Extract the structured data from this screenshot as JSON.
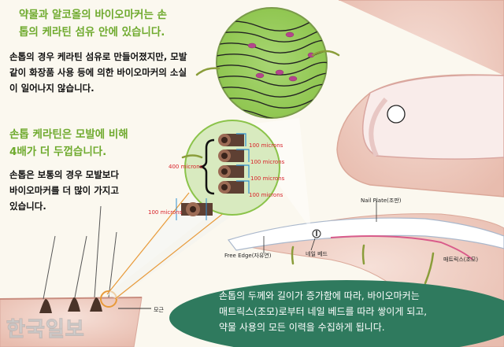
{
  "heading_1": [
    "약물과 알코올의 바이오마커는 손",
    "톱의 케라틴 섬유 안에 있습니다."
  ],
  "paragraph_1": [
    "손톱의 경우 케라틴 섬유로 만들어졌지만, 모발",
    "같이 화장품 사용 등에 의한 바이오마커의 소실",
    "이 일어나지 않습니다."
  ],
  "heading_2": [
    "손톱 케라틴은 모발에 비해",
    "4배가 더 두껍습니다."
  ],
  "paragraph_2": [
    "손톱은 보통의 경우 모발보다",
    "바이오마커를 더 많이 가지고",
    "있습니다."
  ],
  "oval_text": [
    "손톱의 두께와 길이가 증가함에 따라, 바이오마커는",
    "매트릭스(조모)로부터 네일 베드를 따라 쌓이게 되고,",
    "약물 사용의 모든 이력을 수집하게 됩니다."
  ],
  "labels": {
    "nail_plate": "Nail Plate(조판)",
    "free_edge": "Free Edge(자유연)",
    "nail_bed": "네일 베드",
    "matrix": "매트릭스(조모)",
    "follicle": "모근",
    "total": "400 microns",
    "strand": "100 microns"
  },
  "watermark": "한국일보",
  "colors": {
    "green": "#6faa2e",
    "oval": "#2f7a5e",
    "red": "#d8222a",
    "skin": "#f1d2c8"
  }
}
